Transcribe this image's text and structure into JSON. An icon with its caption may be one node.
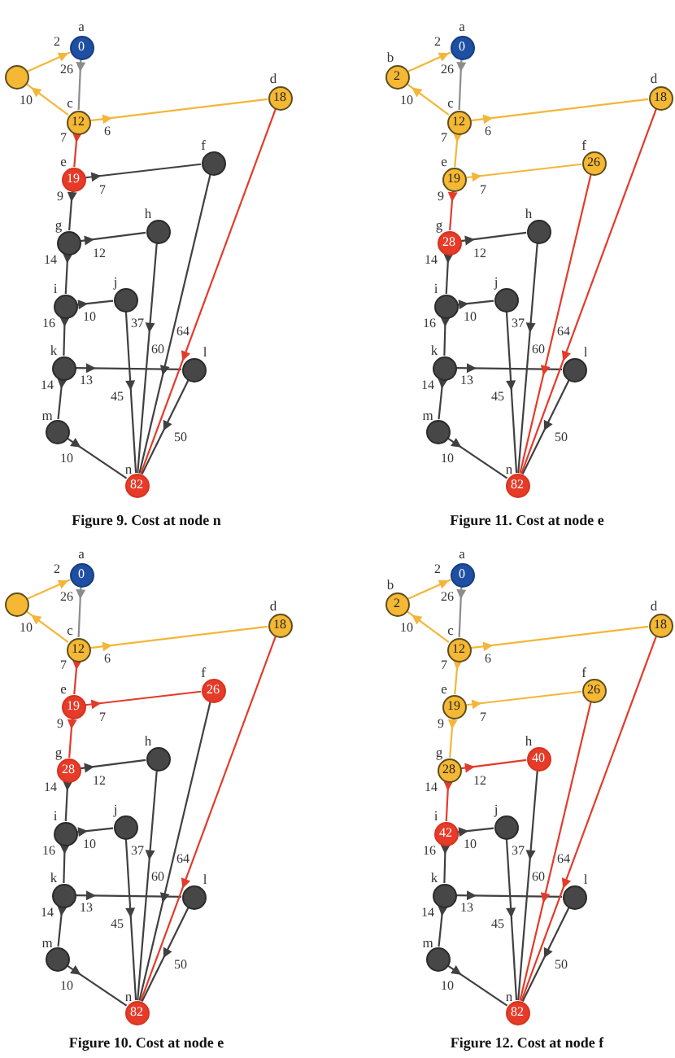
{
  "diagram": {
    "nodes": [
      {
        "text": [
          "0"
        ],
        "beside": [
          "a"
        ]
      },
      {
        "text": [],
        "shape": "circle"
      },
      {
        "text": [
          "12"
        ],
        "beside": [
          "c"
        ]
      },
      {
        "text": [
          "18"
        ],
        "beside": [
          "d"
        ]
      },
      {
        "text": [
          "19"
        ],
        "beside": [
          "e"
        ]
      },
      {
        "text": [],
        "shape": "circle",
        "beside": [
          "f"
        ]
      },
      {
        "text": [],
        "shape": "circle",
        "beside": [
          "g"
        ]
      },
      {
        "text": [],
        "shape": "circle",
        "beside": [
          "h"
        ]
      },
      {
        "text": [],
        "shape": "circle",
        "beside": [
          "i"
        ]
      },
      {
        "text": [],
        "shape": "circle",
        "beside": [
          "j"
        ]
      },
      {
        "text": [],
        "shape": "circle",
        "beside": [
          "k"
        ]
      },
      {
        "text": [],
        "shape": "circle",
        "beside": [
          "l"
        ]
      },
      {
        "text": [],
        "shape": "circle",
        "beside": [
          "m"
        ]
      },
      {
        "text": [
          "82"
        ],
        "beside": [
          "n"
        ]
      },
      {
        "text": [
          "0"
        ],
        "beside": [
          "a"
        ]
      },
      {
        "text": [
          "2"
        ],
        "beside": [
          "b"
        ]
      },
      {
        "text": [
          "12"
        ],
        "beside": [
          "c"
        ]
      },
      {
        "text": [
          "18"
        ],
        "beside": [
          "d"
        ]
      },
      {
        "text": [
          "19"
        ],
        "beside": [
          "e"
        ]
      },
      {
        "text": [
          "26"
        ],
        "beside": [
          "f"
        ]
      },
      {
        "text": [
          "28"
        ],
        "beside": [
          "g"
        ]
      },
      {
        "text": [],
        "shape": "circle",
        "beside": [
          "h"
        ]
      },
      {
        "text": [],
        "shape": "circle",
        "beside": [
          "i"
        ]
      },
      {
        "text": [],
        "shape": "circle",
        "beside": [
          "j"
        ]
      },
      {
        "text": [],
        "shape": "circle",
        "beside": [
          "k"
        ]
      },
      {
        "text": [],
        "shape": "circle",
        "beside": [
          "l"
        ]
      },
      {
        "text": [],
        "shape": "circle",
        "beside": [
          "m"
        ]
      },
      {
        "text": [
          "82"
        ],
        "beside": [
          "n"
        ]
      },
      {
        "text": [
          "0"
        ],
        "beside": [
          "a"
        ]
      },
      {
        "text": [],
        "shape": "circle"
      },
      {
        "text": [
          "12"
        ],
        "beside": [
          "c"
        ]
      },
      {
        "text": [
          "18"
        ],
        "beside": [
          "d"
        ]
      },
      {
        "text": [
          "19"
        ],
        "beside": [
          "e"
        ]
      },
      {
        "text": [
          "26"
        ],
        "beside": [
          "f"
        ]
      },
      {
        "text": [
          "28"
        ],
        "beside": [
          "g"
        ]
      },
      {
        "text": [],
        "shape": "circle",
        "beside": [
          "h"
        ]
      },
      {
        "text": [],
        "shape": "circle",
        "beside": [
          "i"
        ]
      },
      {
        "text": [],
        "shape": "circle",
        "beside": [
          "j"
        ]
      },
      {
        "text": [],
        "shape": "circle",
        "beside": [
          "k"
        ]
      },
      {
        "text": [],
        "shape": "circle",
        "beside": [
          "l"
        ]
      },
      {
        "text": [],
        "shape": "circle",
        "beside": [
          "m"
        ]
      },
      {
        "text": [
          "82"
        ],
        "beside": [
          "n"
        ]
      },
      {
        "text": [
          "0"
        ],
        "beside": [
          "a"
        ]
      },
      {
        "text": [
          "2"
        ],
        "beside": [
          "b"
        ]
      },
      {
        "text": [
          "12"
        ],
        "beside": [
          "c"
        ]
      },
      {
        "text": [
          "18"
        ],
        "beside": [
          "d"
        ]
      },
      {
        "text": [
          "19"
        ],
        "beside": [
          "e"
        ]
      },
      {
        "text": [
          "26"
        ],
        "beside": [
          "f"
        ]
      },
      {
        "text": [
          "28"
        ],
        "beside": [
          "g"
        ]
      },
      {
        "text": [
          "40"
        ],
        "beside": [
          "h"
        ]
      },
      {
        "text": [
          "42"
        ],
        "beside": [
          "i"
        ]
      },
      {
        "text": [],
        "shape": "circle",
        "beside": [
          "j"
        ]
      },
      {
        "text": [],
        "shape": "circle",
        "beside": [
          "k"
        ]
      },
      {
        "text": [],
        "shape": "circle",
        "beside": [
          "l"
        ]
      },
      {
        "text": [],
        "shape": "circle",
        "beside": [
          "m"
        ]
      },
      {
        "text": [
          "82"
        ],
        "beside": [
          "n"
        ]
      }
    ],
    "edges": [
      {
        "from": 1,
        "to": 0,
        "arrow": "to",
        "label": "2",
        "color": "#f3b63a"
      },
      {
        "from": 0,
        "to": 2,
        "arrow": "to",
        "label": "26",
        "color": "#8c8c8c"
      },
      {
        "from": 2,
        "to": 1,
        "arrow": "to",
        "label": "10",
        "color": "#f3b63a"
      },
      {
        "from": 2,
        "to": 3,
        "arrow": "to",
        "label": "6",
        "color": "#f3b63a"
      },
      {
        "from": 2,
        "to": 4,
        "arrow": "to",
        "label": "7",
        "color": "#e33b2b"
      },
      {
        "from": 4,
        "to": 5,
        "arrow": "to",
        "label": "7"
      },
      {
        "from": 4,
        "to": 6,
        "arrow": "to",
        "label": "9"
      },
      {
        "from": 6,
        "to": 7,
        "arrow": "to",
        "label": "12"
      },
      {
        "from": 6,
        "to": 8,
        "arrow": "to",
        "label": "14"
      },
      {
        "from": 8,
        "to": 9,
        "arrow": "to",
        "label": "10"
      },
      {
        "from": 8,
        "to": 10,
        "arrow": "to",
        "label": "16"
      },
      {
        "from": 10,
        "to": 11,
        "arrow": "to",
        "label": "13"
      },
      {
        "from": 10,
        "to": 12,
        "arrow": "to",
        "label": "14"
      },
      {
        "from": 12,
        "to": 13,
        "arrow": "to",
        "label": "10"
      },
      {
        "from": 7,
        "to": 13,
        "arrow": "to",
        "label": "37"
      },
      {
        "from": 9,
        "to": 13,
        "arrow": "to",
        "label": "45"
      },
      {
        "from": 5,
        "to": 13,
        "arrow": "to",
        "label": "60"
      },
      {
        "from": 3,
        "to": 13,
        "arrow": "to",
        "label": "64",
        "color": "#e33b2b"
      },
      {
        "from": 11,
        "to": 13,
        "arrow": "to",
        "label": "50"
      },
      {
        "from": 15,
        "to": 14,
        "arrow": "to",
        "label": "2",
        "color": "#f3b63a"
      },
      {
        "from": 14,
        "to": 16,
        "arrow": "to",
        "label": "26",
        "color": "#8c8c8c"
      },
      {
        "from": 16,
        "to": 15,
        "arrow": "to",
        "label": "10",
        "color": "#f3b63a"
      },
      {
        "from": 16,
        "to": 17,
        "arrow": "to",
        "label": "6",
        "color": "#f3b63a"
      },
      {
        "from": 16,
        "to": 18,
        "arrow": "to",
        "label": "7",
        "color": "#f3b63a"
      },
      {
        "from": 18,
        "to": 19,
        "arrow": "to",
        "label": "7",
        "color": "#f3b63a"
      },
      {
        "from": 18,
        "to": 20,
        "arrow": "to",
        "label": "9",
        "color": "#e33b2b"
      },
      {
        "from": 20,
        "to": 21,
        "arrow": "to",
        "label": "12"
      },
      {
        "from": 20,
        "to": 22,
        "arrow": "to",
        "label": "14"
      },
      {
        "from": 22,
        "to": 23,
        "arrow": "to",
        "label": "10"
      },
      {
        "from": 22,
        "to": 24,
        "arrow": "to",
        "label": "16"
      },
      {
        "from": 24,
        "to": 25,
        "arrow": "to",
        "label": "13"
      },
      {
        "from": 24,
        "to": 26,
        "arrow": "to",
        "label": "14"
      },
      {
        "from": 26,
        "to": 27,
        "arrow": "to",
        "label": "10"
      },
      {
        "from": 21,
        "to": 27,
        "arrow": "to",
        "label": "37"
      },
      {
        "from": 23,
        "to": 27,
        "arrow": "to",
        "label": "45"
      },
      {
        "from": 19,
        "to": 27,
        "arrow": "to",
        "label": "60",
        "color": "#e33b2b"
      },
      {
        "from": 17,
        "to": 27,
        "arrow": "to",
        "label": "64",
        "color": "#e33b2b"
      },
      {
        "from": 25,
        "to": 27,
        "arrow": "to",
        "label": "50"
      },
      {
        "from": 29,
        "to": 28,
        "arrow": "to",
        "label": "2",
        "color": "#f3b63a"
      },
      {
        "from": 28,
        "to": 30,
        "arrow": "to",
        "label": "26",
        "color": "#8c8c8c"
      },
      {
        "from": 30,
        "to": 29,
        "arrow": "to",
        "label": "10",
        "color": "#f3b63a"
      },
      {
        "from": 30,
        "to": 31,
        "arrow": "to",
        "label": "6",
        "color": "#f3b63a"
      },
      {
        "from": 30,
        "to": 32,
        "arrow": "to",
        "label": "7",
        "color": "#e33b2b"
      },
      {
        "from": 32,
        "to": 33,
        "arrow": "to",
        "label": "7",
        "color": "#e33b2b"
      },
      {
        "from": 32,
        "to": 34,
        "arrow": "to",
        "label": "9",
        "color": "#e33b2b"
      },
      {
        "from": 34,
        "to": 35,
        "arrow": "to",
        "label": "12"
      },
      {
        "from": 34,
        "to": 36,
        "arrow": "to",
        "label": "14"
      },
      {
        "from": 36,
        "to": 37,
        "arrow": "to",
        "label": "10"
      },
      {
        "from": 36,
        "to": 38,
        "arrow": "to",
        "label": "16"
      },
      {
        "from": 38,
        "to": 39,
        "arrow": "to",
        "label": "13"
      },
      {
        "from": 38,
        "to": 40,
        "arrow": "to",
        "label": "14"
      },
      {
        "from": 40,
        "to": 41,
        "arrow": "to",
        "label": "10"
      },
      {
        "from": 35,
        "to": 41,
        "arrow": "to",
        "label": "37"
      },
      {
        "from": 37,
        "to": 41,
        "arrow": "to",
        "label": "45"
      },
      {
        "from": 33,
        "to": 41,
        "arrow": "to",
        "label": "60"
      },
      {
        "from": 31,
        "to": 41,
        "arrow": "to",
        "label": "64",
        "color": "#e33b2b"
      },
      {
        "from": 39,
        "to": 41,
        "arrow": "to",
        "label": "50"
      },
      {
        "from": 43,
        "to": 42,
        "arrow": "to",
        "label": "2",
        "color": "#f3b63a"
      },
      {
        "from": 42,
        "to": 44,
        "arrow": "to",
        "label": "26",
        "color": "#8c8c8c"
      },
      {
        "from": 44,
        "to": 43,
        "arrow": "to",
        "label": "10",
        "color": "#f3b63a"
      },
      {
        "from": 44,
        "to": 45,
        "arrow": "to",
        "label": "6",
        "color": "#f3b63a"
      },
      {
        "from": 44,
        "to": 46,
        "arrow": "to",
        "label": "7",
        "color": "#f3b63a"
      },
      {
        "from": 46,
        "to": 47,
        "arrow": "to",
        "label": "7",
        "color": "#f3b63a"
      },
      {
        "from": 46,
        "to": 48,
        "arrow": "to",
        "label": "9",
        "color": "#f3b63a"
      },
      {
        "from": 48,
        "to": 49,
        "arrow": "to",
        "label": "12",
        "color": "#e33b2b"
      },
      {
        "from": 48,
        "to": 50,
        "arrow": "to",
        "label": "14",
        "color": "#e33b2b"
      },
      {
        "from": 50,
        "to": 51,
        "arrow": "to",
        "label": "10"
      },
      {
        "from": 50,
        "to": 52,
        "arrow": "to",
        "label": "16"
      },
      {
        "from": 52,
        "to": 53,
        "arrow": "to",
        "label": "13"
      },
      {
        "from": 52,
        "to": 54,
        "arrow": "to",
        "label": "14"
      },
      {
        "from": 54,
        "to": 55,
        "arrow": "to",
        "label": "10"
      },
      {
        "from": 49,
        "to": 55,
        "arrow": "to",
        "label": "37"
      },
      {
        "from": 51,
        "to": 55,
        "arrow": "to",
        "label": "45"
      },
      {
        "from": 47,
        "to": 55,
        "arrow": "to",
        "label": "60",
        "color": "#e33b2b"
      },
      {
        "from": 45,
        "to": 55,
        "arrow": "to",
        "label": "64",
        "color": "#e33b2b"
      },
      {
        "from": 53,
        "to": 55,
        "arrow": "to",
        "label": "50"
      }
    ],
    "labels": [
      "Figure 9. Cost at node n",
      "Figure 11. Cost at node e",
      "Figure 10. Cost at node e",
      "Figure 12. Cost at node f"
    ]
  }
}
